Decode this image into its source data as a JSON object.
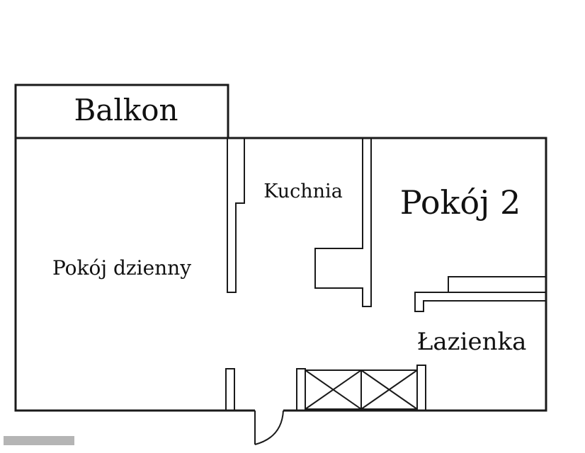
{
  "rooms": {
    "balcony": "Balkon",
    "kitchen": "Kuchnia",
    "living_room": "Pokój dzienny",
    "room_2": "Pokój 2",
    "bathroom": "Łazienka"
  },
  "colors": {
    "walls": "#1a1a1a",
    "background": "#ffffff",
    "scale_bar": "#b5b5b5"
  }
}
